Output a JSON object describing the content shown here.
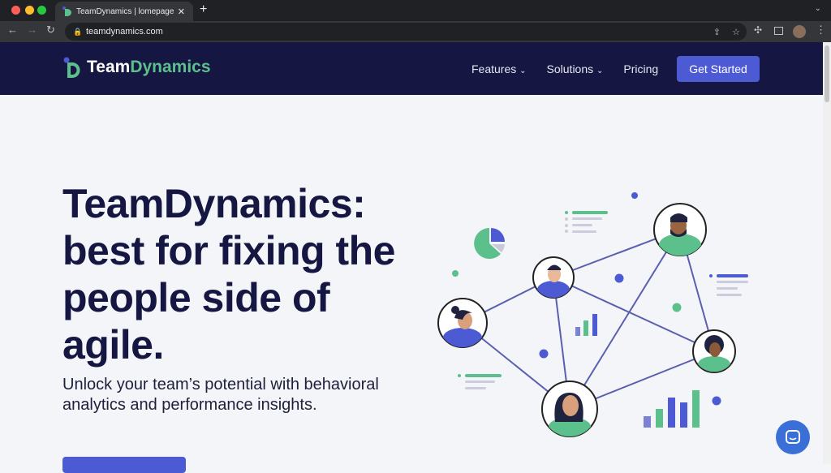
{
  "browser": {
    "tab_title": "TeamDynamics | lomepage",
    "url": "teamdynamics.com"
  },
  "nav": {
    "logo_part1": "Team",
    "logo_part2": "Dynamics",
    "links": [
      {
        "label": "Features"
      },
      {
        "label": "Solutions"
      },
      {
        "label": "Pricing"
      }
    ],
    "cta": "Get Started"
  },
  "hero": {
    "title": "TeamDynamics: best for fixing the people side of agile.",
    "subtitle": "Unlock your team’s potential with behavioral analytics and performance insights."
  },
  "colors": {
    "navy": "#151642",
    "accent": "#4c5bd4",
    "green": "#5cc08c"
  }
}
